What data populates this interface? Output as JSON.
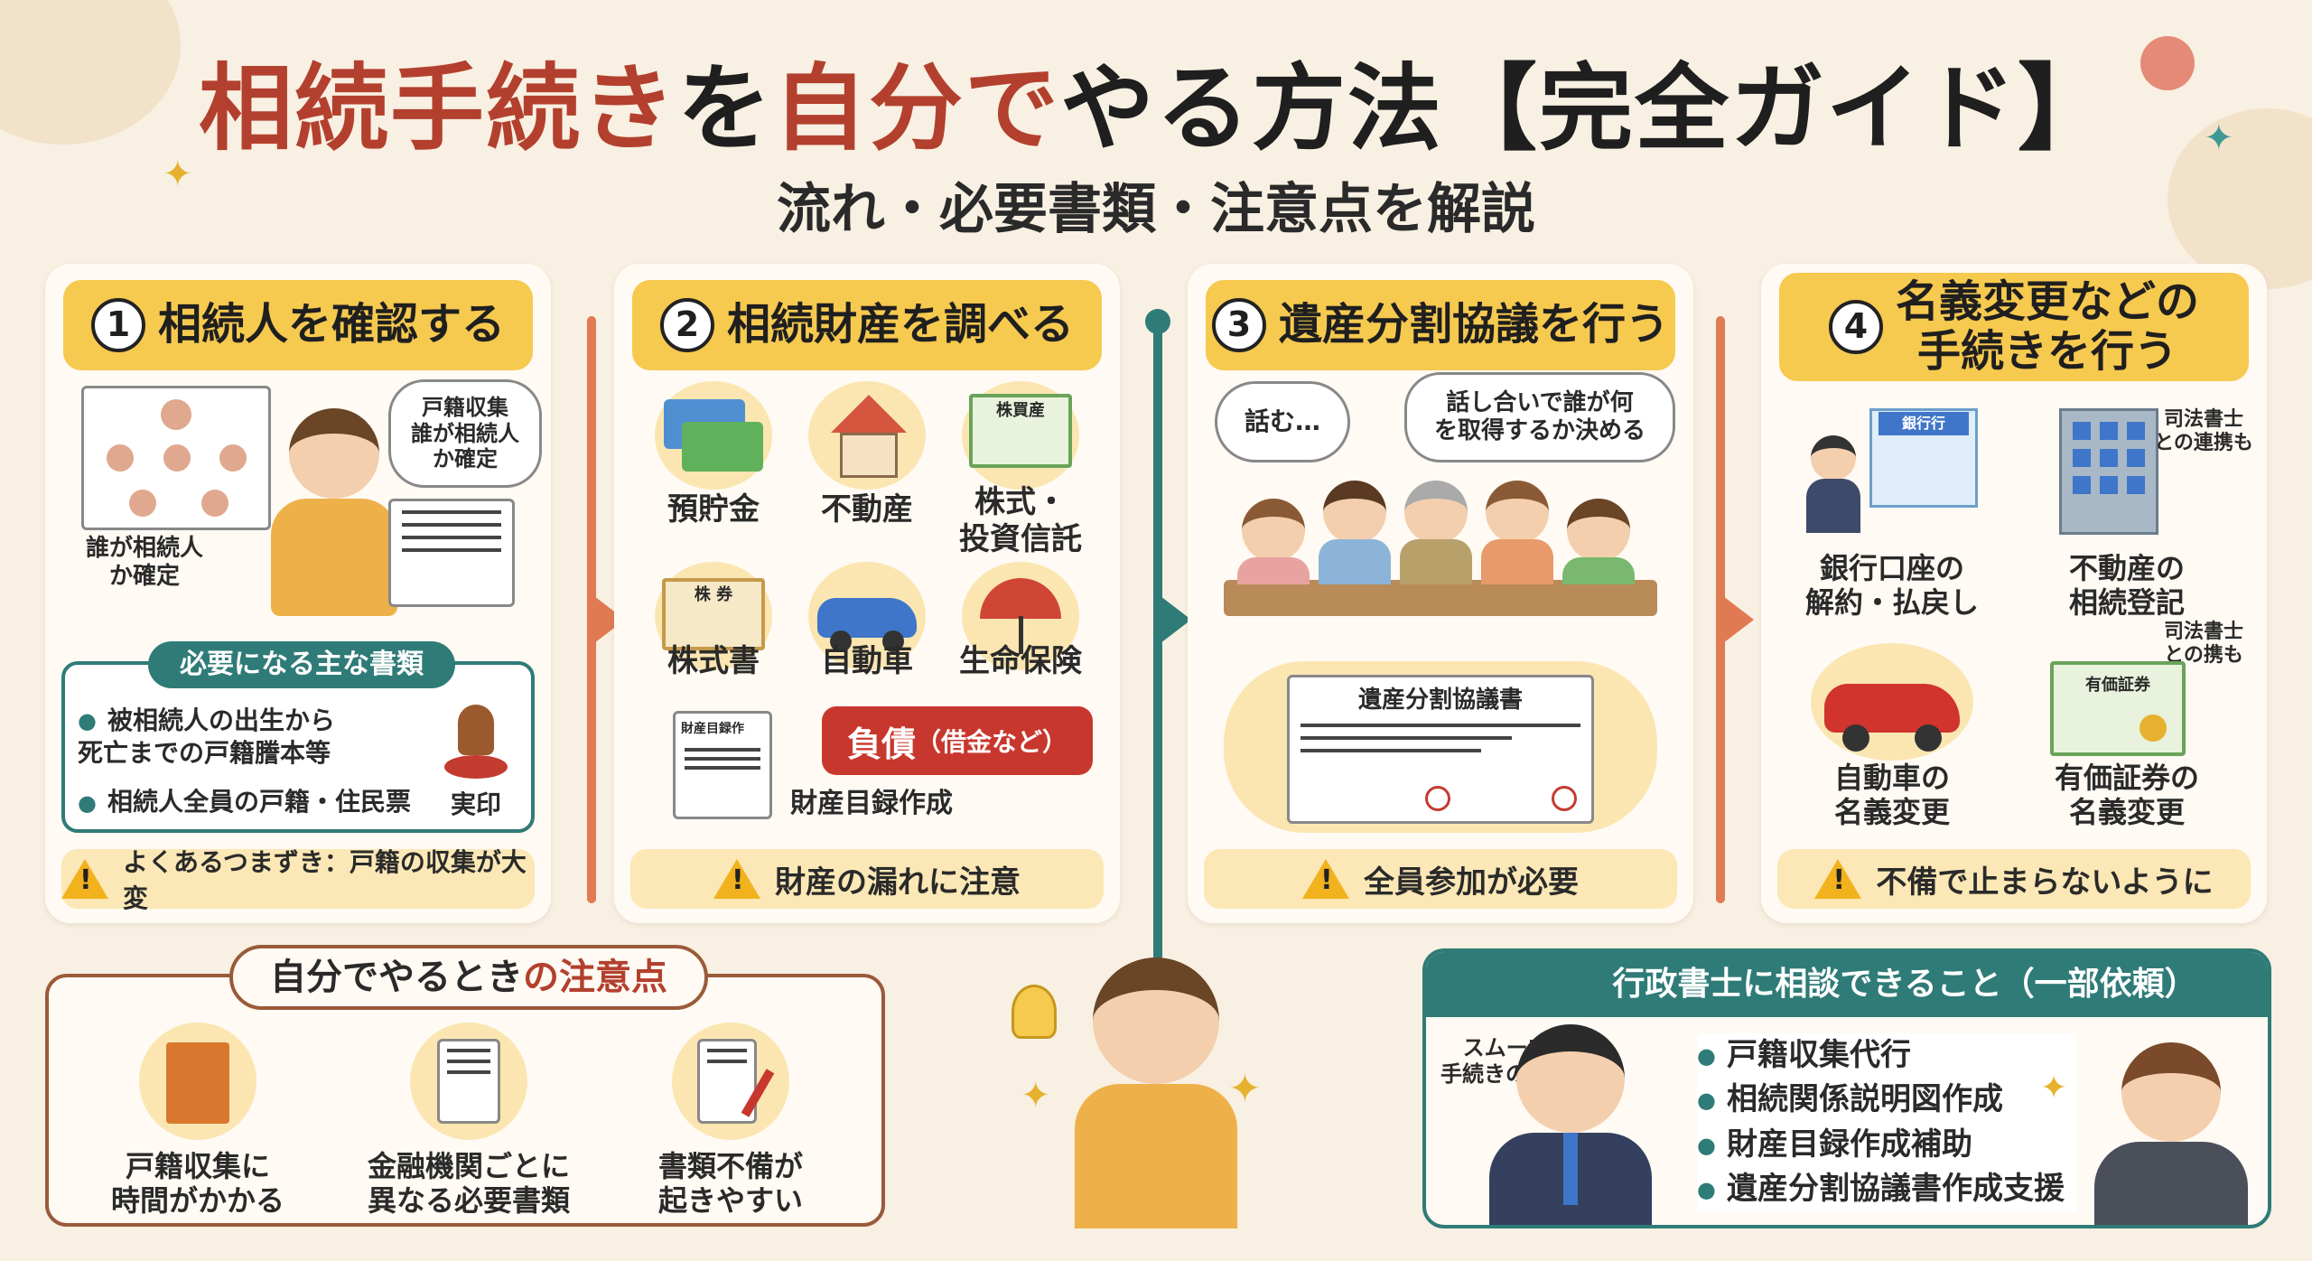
{
  "header": {
    "title_red1": "相続手続き",
    "title_black1": "を",
    "title_red2": "自分で",
    "title_black2": "やる方法【完全ガイド】",
    "subtitle": "流れ・必要書類・注意点を解説"
  },
  "steps": [
    {
      "num": "1",
      "title": "相続人を確認する",
      "bubble": "戸籍収集\n誰が相続人\nか確定",
      "caption": "誰が相続人\nか確定",
      "docs_heading": "必要になる主な書類",
      "docs": [
        "被相続人の出生から\n死亡までの戸籍謄本等",
        "相続人全員の戸籍・住民票"
      ],
      "stamp_label": "実印",
      "warning": "よくあるつまずき：戸籍の収集が大変"
    },
    {
      "num": "2",
      "title": "相続財産を調べる",
      "items": [
        "預貯金",
        "不動産",
        "株式・\n投資信託",
        "株式書",
        "自動車",
        "生命保険"
      ],
      "stock_badge": "株買産",
      "bond_badge": "株 券",
      "inventory_doc": "財産目録作",
      "debt": "負債",
      "debt_note": "（借金など）",
      "inventory": "財産目録作成",
      "warning": "財産の漏れに注意"
    },
    {
      "num": "3",
      "title": "遺産分割協議を行う",
      "bubble_left": "話む…",
      "bubble_right": "話し合いで誰が何\nを取得するか決める",
      "document": "遺産分割協議書",
      "warning": "全員参加が必要"
    },
    {
      "num": "4",
      "title": "名義変更などの\n手続きを行う",
      "bank_sign": "銀行行",
      "items": [
        "銀行口座の\n解約・払戻し",
        "不動産の\n相続登記",
        "自動車の\n名義変更",
        "有価証券の\n名義変更"
      ],
      "note1": "司法書士\nとの連携も",
      "note2": "司法書士\nとの携も",
      "cert": "有価証券",
      "warning": "不備で止まらないように"
    }
  ],
  "cautions": {
    "heading_black": "自分でやるとき",
    "heading_red": "の注意点",
    "items": [
      "戸籍収集に\n時間がかかる",
      "金融機関ごとに\n異なる必要書類",
      "書類不備が\n起きやすい"
    ]
  },
  "consult": {
    "heading": "行政書士に相談できること（一部依頼）",
    "side_note": "スムーズな\n手続きのために",
    "items": [
      "戸籍収集代行",
      "相続関係説明図作成",
      "財産目録作成補助",
      "遺産分割協議書作成支援"
    ]
  },
  "colors": {
    "accent_red": "#b3402e",
    "step_yellow": "#f6c94f",
    "teal": "#2f7b77",
    "flow_orange": "#e07a52",
    "background": "#f8f0e2"
  }
}
